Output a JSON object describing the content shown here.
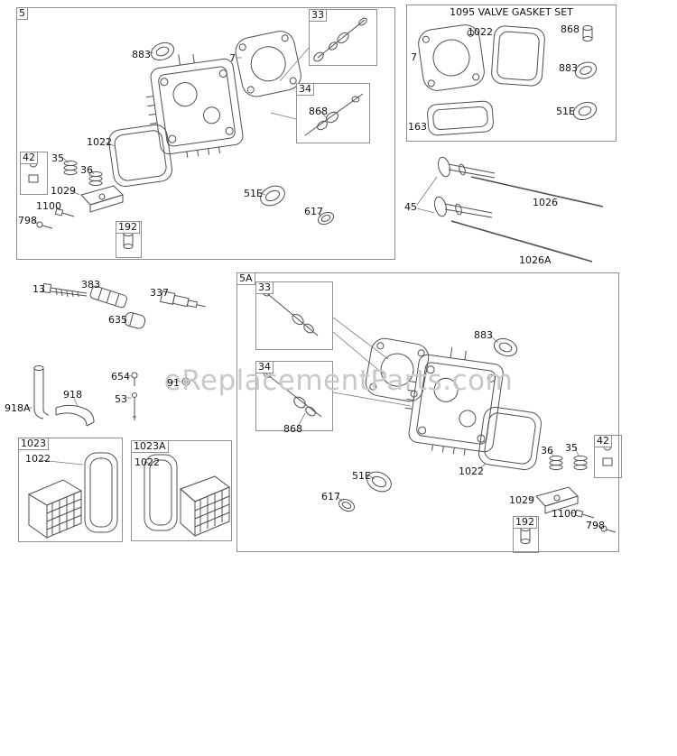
{
  "watermark": "eReplacementParts.com",
  "panels": {
    "head_left_label": "5",
    "head_right_label": "5A",
    "gasket_set_title": "1095 VALVE GASKET SET",
    "valve_cover_box_label": "1023",
    "valve_cover_box_alt_label": "1023A"
  },
  "parts": {
    "p7": "7",
    "p13": "13",
    "p33": "33",
    "p34": "34",
    "p35": "35",
    "p36": "36",
    "p42": "42",
    "p45": "45",
    "p51E": "51E",
    "p53": "53",
    "p91": "91",
    "p163": "163",
    "p192": "192",
    "p337": "337",
    "p383": "383",
    "p617": "617",
    "p635": "635",
    "p654": "654",
    "p798": "798",
    "p868": "868",
    "p883": "883",
    "p918": "918",
    "p918A": "918A",
    "p1022": "1022",
    "p1026": "1026",
    "p1026A": "1026A",
    "p1029": "1029",
    "p1100": "1100"
  }
}
